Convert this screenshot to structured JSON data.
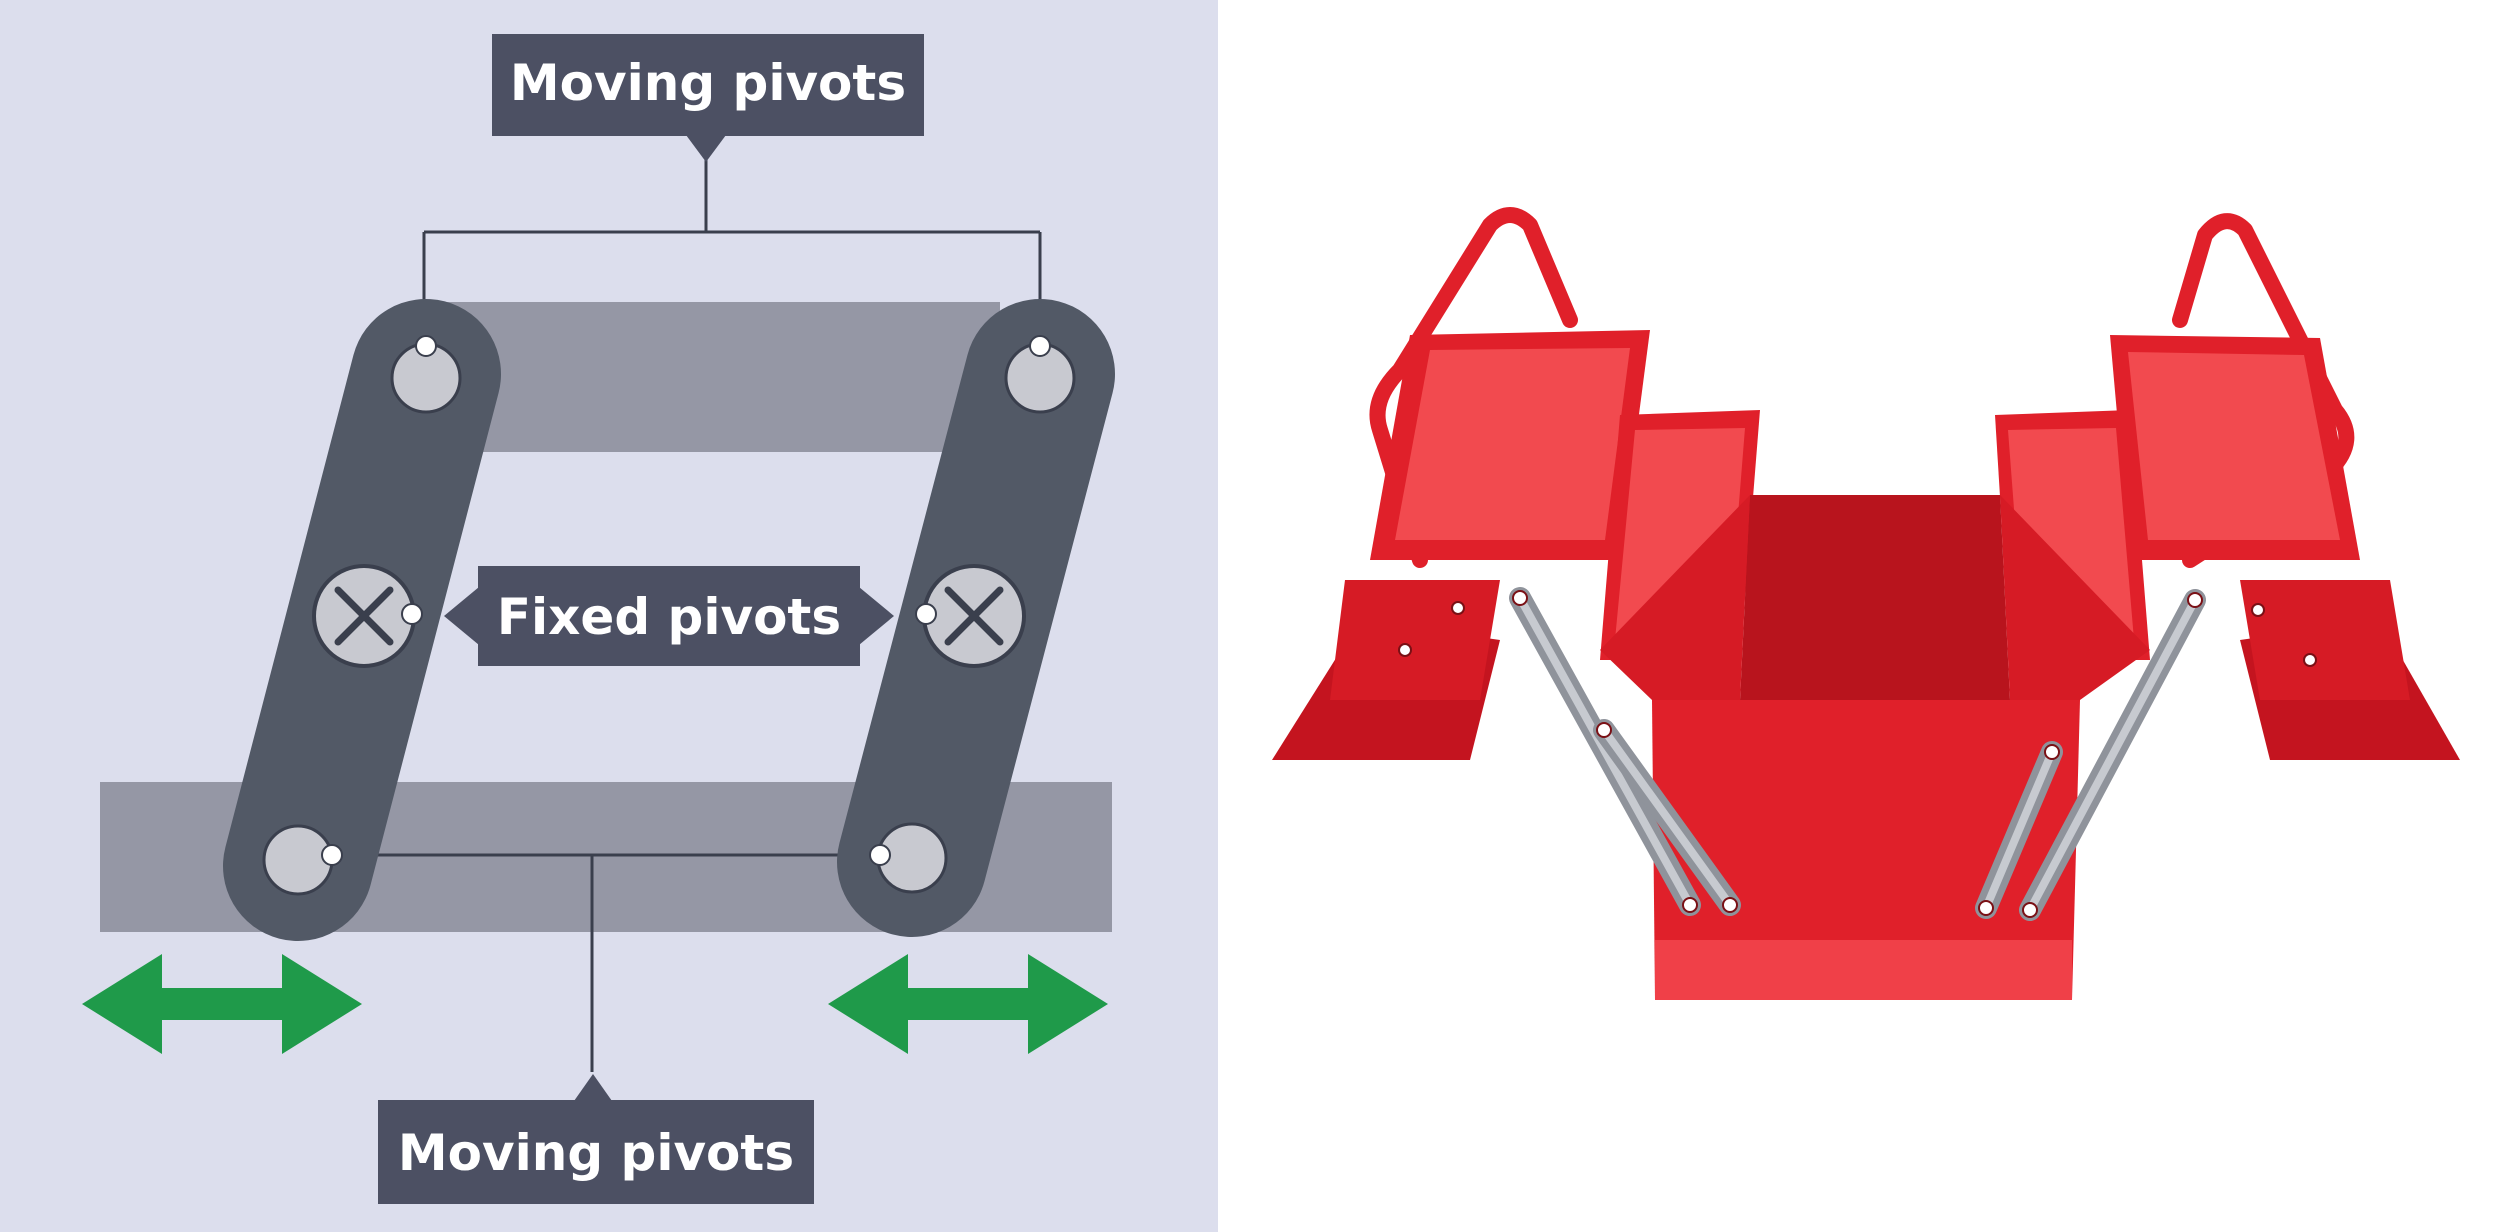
{
  "diagram": {
    "labels": {
      "moving_pivots_top": "Moving pivots",
      "fixed_pivots": "Fixed pivots",
      "moving_pivots_bottom": "Moving pivots"
    },
    "colors": {
      "panel_background": "#dcdeed",
      "label_box": "#4c5063",
      "link_arm": "#525966",
      "bar": "#9597a5",
      "pivot": "#c8c9d0",
      "arrow": "#1f9a4a",
      "line": "#3a3f4d"
    },
    "arrows": [
      "double-arrow-left-right",
      "double-arrow-left-right"
    ]
  },
  "photo": {
    "subject": "cantilever-toolbox-icon",
    "colors": {
      "body": "#e0202a",
      "body_dark": "#b8141d",
      "body_light": "#f24a4f",
      "link": "#8f939b",
      "link_light": "#c7cad0"
    }
  }
}
